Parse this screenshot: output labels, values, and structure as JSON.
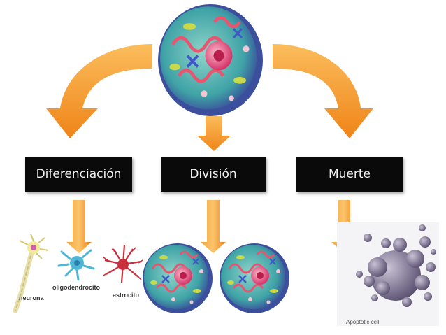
{
  "boxes": {
    "differentiation": "Diferenciación",
    "division": "División",
    "death": "Muerte"
  },
  "captions": {
    "neurona": "neurona",
    "oligodendrocito": "oligodendrocito",
    "astrocito": "astrocito",
    "apoptotic": "Apoptotic cell"
  },
  "colors": {
    "arrow_light": "#f9b04e",
    "arrow_dark": "#f08a1c",
    "box_bg": "#0a0a0a",
    "box_text": "#f2f2f2"
  },
  "icons": [
    "cell-icon",
    "neuron-icon",
    "oligodendrocyte-icon",
    "astrocyte-icon",
    "apoptotic-cell-icon"
  ]
}
